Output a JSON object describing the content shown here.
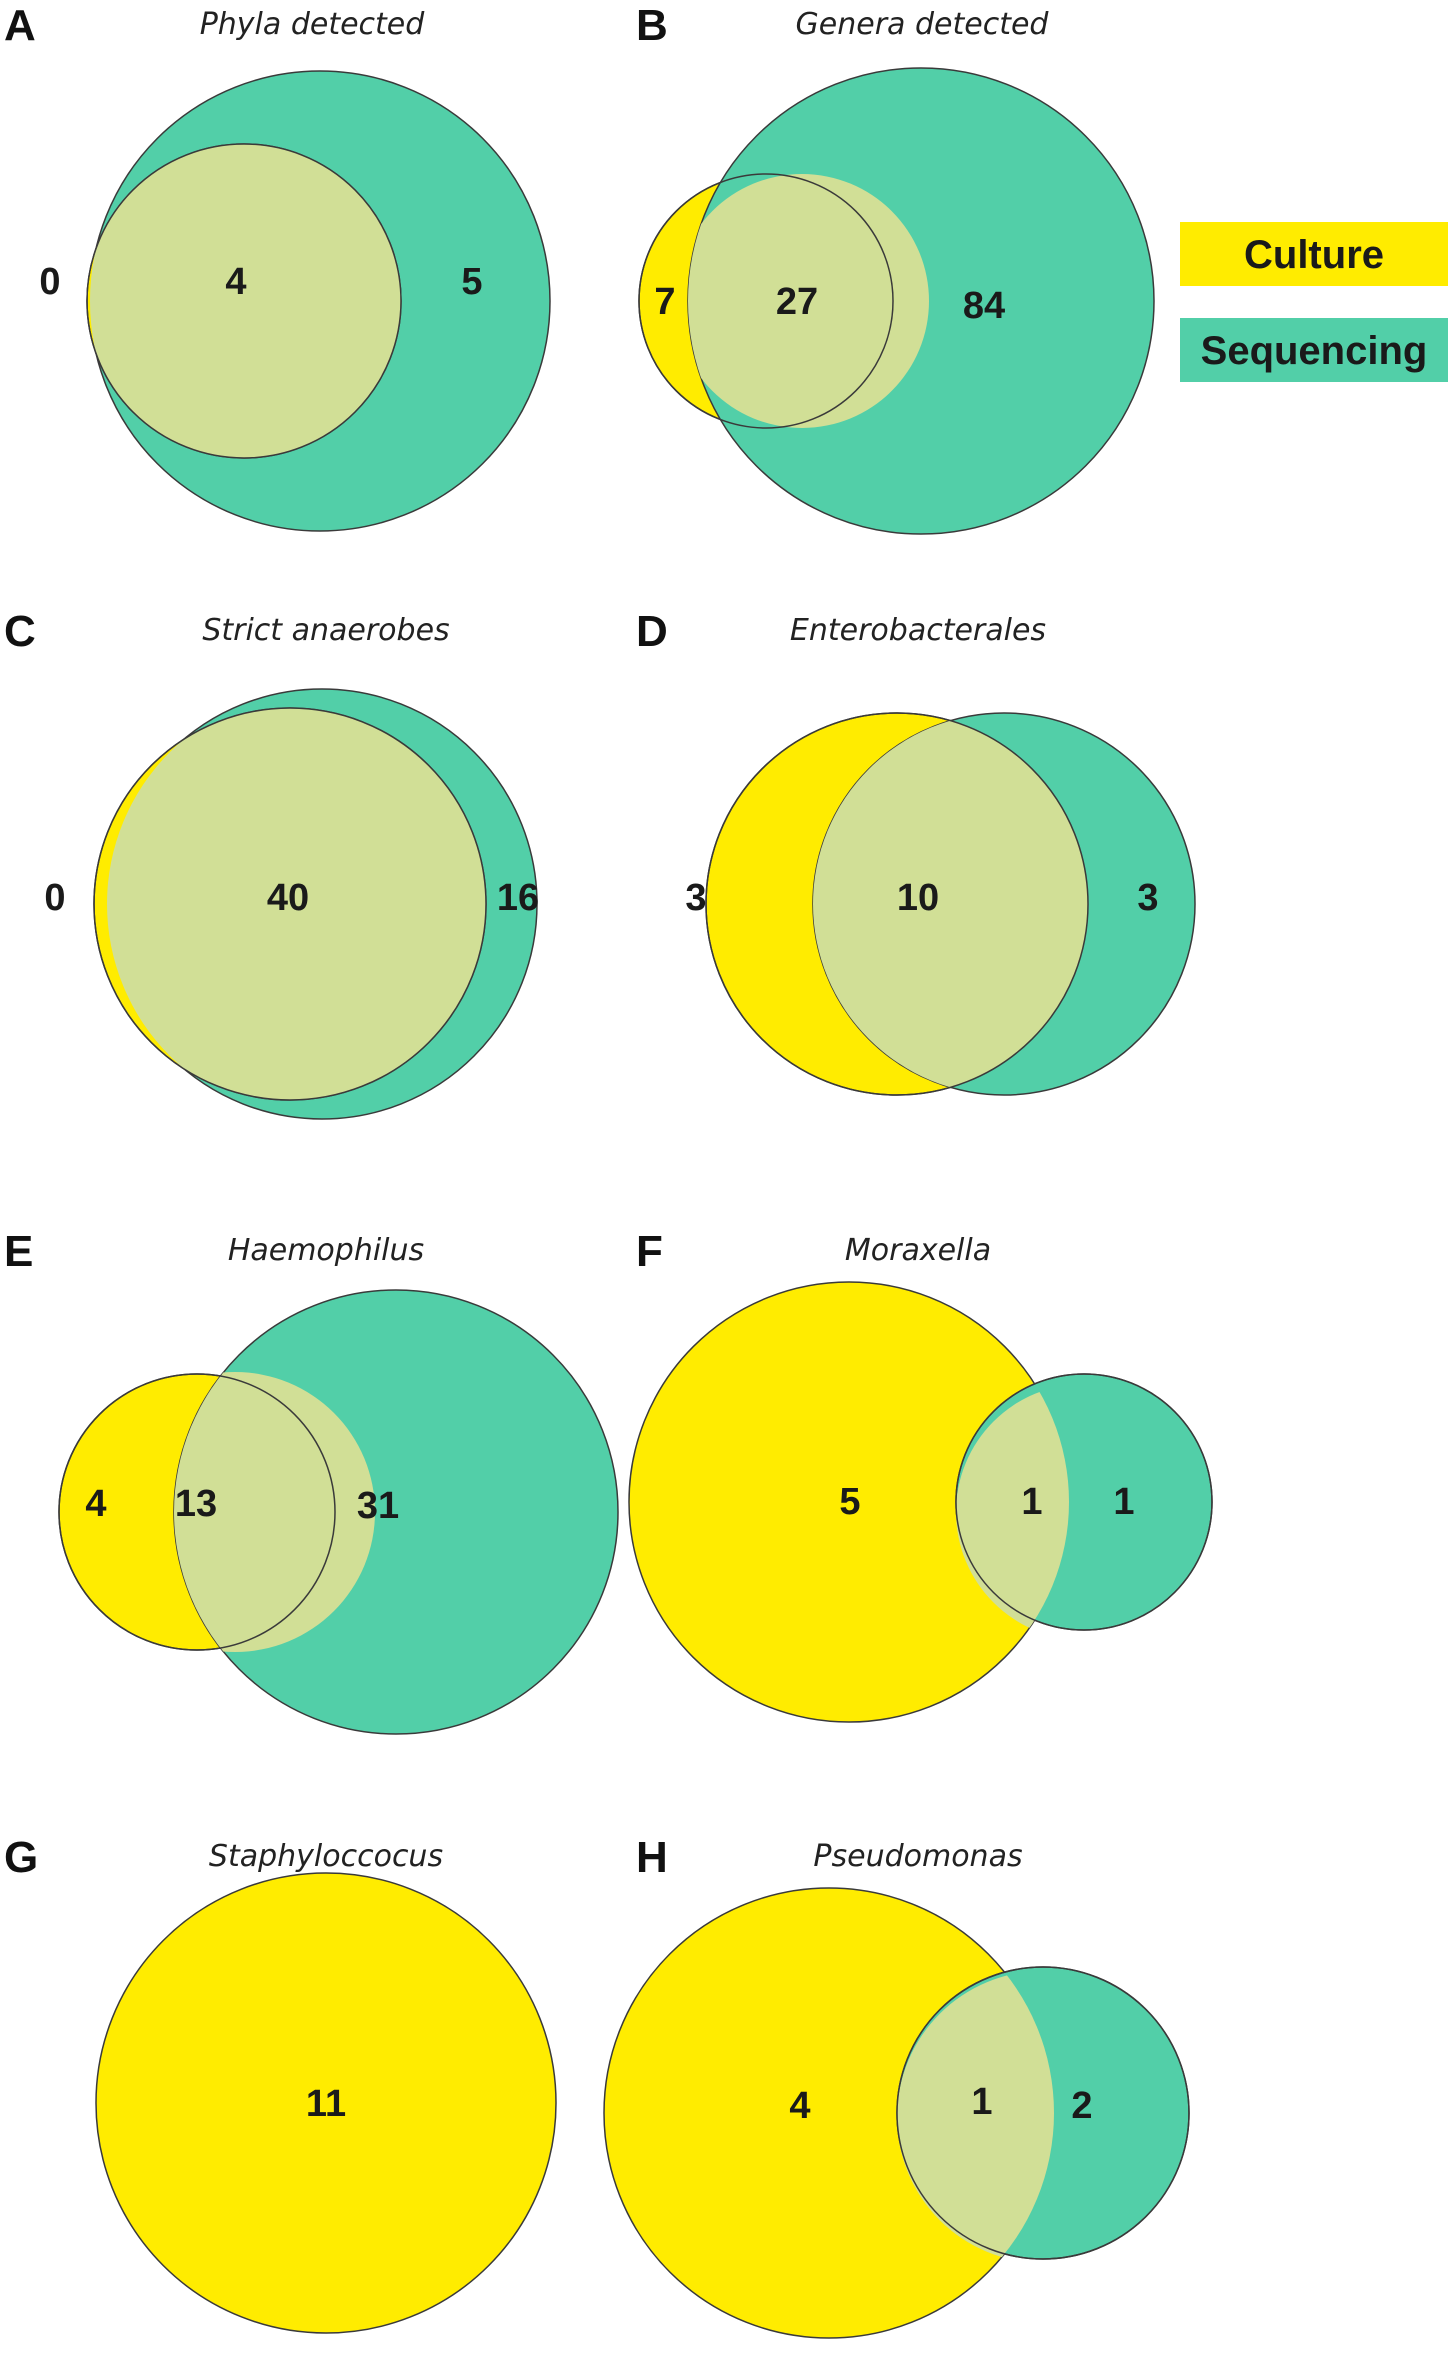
{
  "colors": {
    "culture": "#FFEC00",
    "sequencing": "#52CFA8",
    "overlap": "#D1DF96"
  },
  "legend": {
    "culture": "Culture",
    "sequencing": "Sequencing"
  },
  "panels": [
    {
      "letter": "A",
      "title": "Phyla detected",
      "culture_only": "0",
      "both": "4",
      "sequencing_only": "5"
    },
    {
      "letter": "B",
      "title": "Genera detected",
      "culture_only": "7",
      "both": "27",
      "sequencing_only": "84"
    },
    {
      "letter": "C",
      "title": "Strict anaerobes",
      "culture_only": "0",
      "both": "40",
      "sequencing_only": "16"
    },
    {
      "letter": "D",
      "title": "Enterobacterales",
      "culture_only": "3",
      "both": "10",
      "sequencing_only": "3"
    },
    {
      "letter": "E",
      "title": "Haemophilus",
      "culture_only": "4",
      "both": "13",
      "sequencing_only": "31"
    },
    {
      "letter": "F",
      "title": "Moraxella",
      "culture_only": "5",
      "both": "1",
      "sequencing_only": "1"
    },
    {
      "letter": "G",
      "title": "Staphyloccocus",
      "culture_only": "11"
    },
    {
      "letter": "H",
      "title": "Pseudomonas",
      "culture_only": "4",
      "both": "1",
      "sequencing_only": "2"
    }
  ]
}
